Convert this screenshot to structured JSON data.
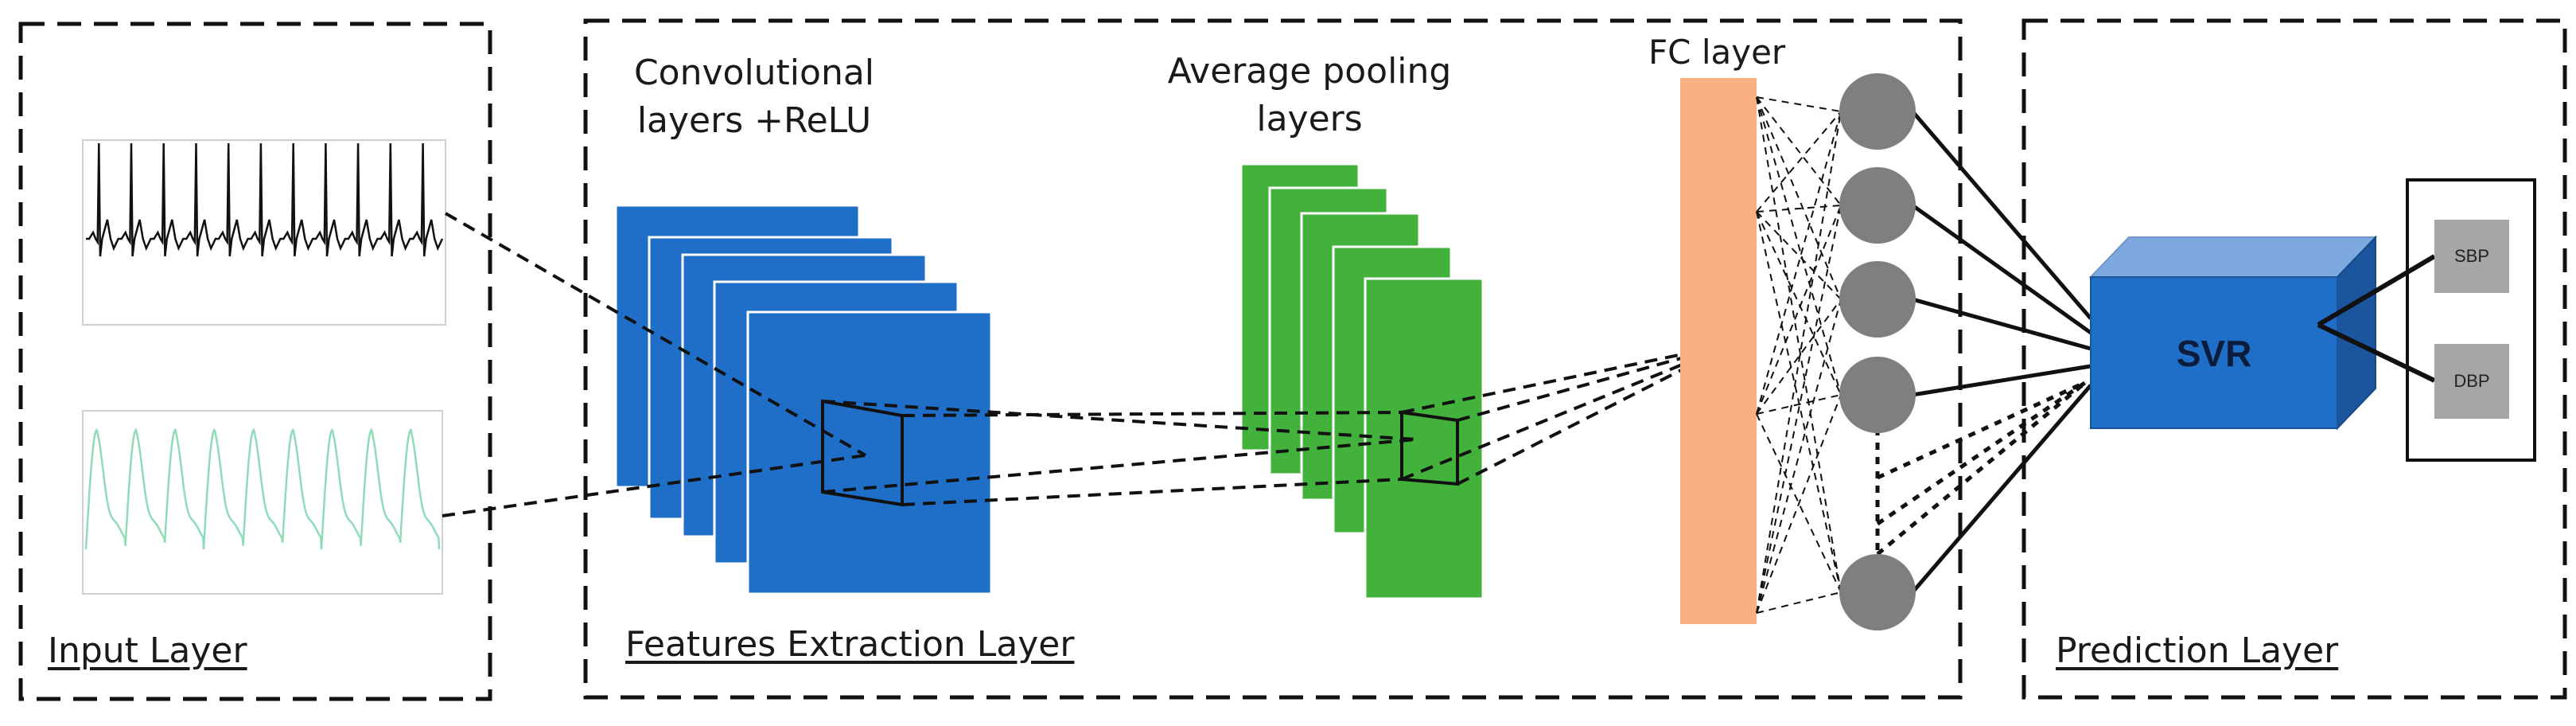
{
  "sections": {
    "input": "Input Layer",
    "features": "Features Extraction Layer",
    "prediction": "Prediction Layer"
  },
  "labels": {
    "conv_line1": "Convolutional",
    "conv_line2": "layers +ReLU",
    "pool_line1": "Average pooling",
    "pool_line2": "layers",
    "fc": "FC layer",
    "svr": "SVR",
    "sbp": "SBP",
    "dbp": "DBP"
  },
  "colors": {
    "conv": "#1f6fc8",
    "pool": "#43b23c",
    "fc": "#fbb083",
    "neuron": "#7f7f7f",
    "svr_front": "#1f6fc8",
    "svr_top": "#7ea9df",
    "svr_side": "#1a559e",
    "output_box": "#a6a6a6",
    "ecg": "#111111",
    "ppg": "#8fdcb6"
  }
}
